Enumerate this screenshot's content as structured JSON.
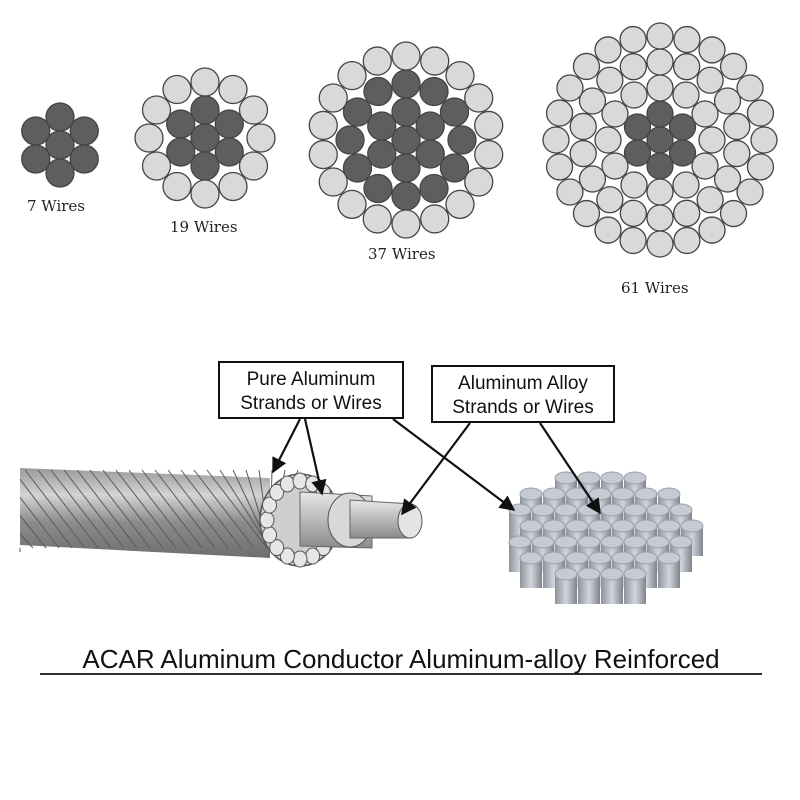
{
  "cross_sections": [
    {
      "label": "7 Wires",
      "count": 7
    },
    {
      "label": "19 Wires",
      "count": 19
    },
    {
      "label": "37 Wires",
      "count": 37
    },
    {
      "label": "61 Wires",
      "count": 61
    }
  ],
  "callouts": [
    {
      "line1": "Pure Aluminum",
      "line2": "Strands or Wires"
    },
    {
      "line1": "Aluminum Alloy",
      "line2": "Strands or Wires"
    }
  ],
  "title": "ACAR Aluminum Conductor Aluminum-alloy Reinforced",
  "colors": {
    "alloy_wire": "#5e5e5e",
    "aluminum_wire": "#d9d9d9",
    "wire_outline": "#444444"
  }
}
